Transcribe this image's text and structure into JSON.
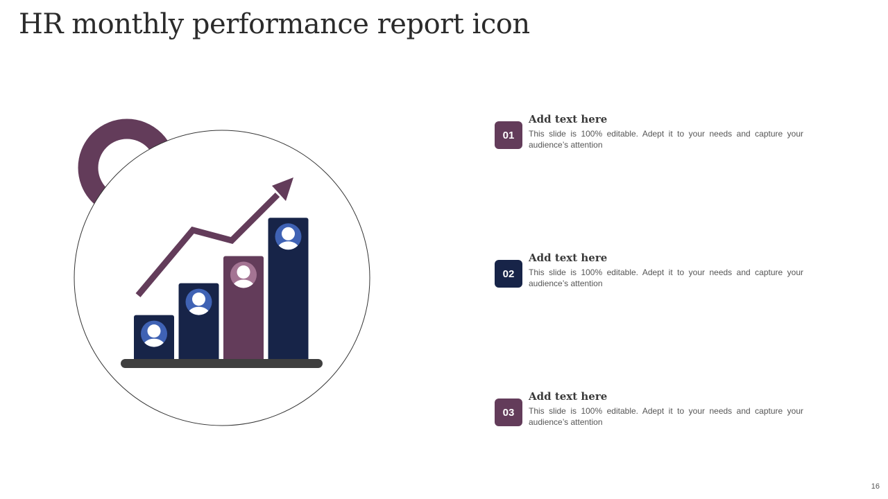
{
  "slide": {
    "title": "HR monthly performance report icon",
    "page_number": "16"
  },
  "colors": {
    "plum": "#633c5a",
    "navy": "#172448",
    "blue": "#3f62b4",
    "mauve": "#a47493",
    "dark_bar": "#3f3f3f"
  },
  "illustration": {
    "icons": [
      "ring-icon",
      "circle-frame-icon",
      "growth-arrow-icon",
      "user-icon",
      "bar-chart-icon"
    ],
    "bar_levels": [
      0.28,
      0.48,
      0.65,
      0.89
    ]
  },
  "items": [
    {
      "number": "01",
      "heading": "Add text here",
      "body": "This slide is 100% editable. Adept it to your needs and capture your audience’s attention",
      "badge_color": "#633c5a"
    },
    {
      "number": "02",
      "heading": "Add text here",
      "body": "This slide is 100% editable. Adept it to your needs and capture your audience’s attention",
      "badge_color": "#172448"
    },
    {
      "number": "03",
      "heading": "Add text here",
      "body": "This slide is 100% editable. Adept it to your needs and capture your audience’s attention",
      "badge_color": "#633c5a"
    }
  ]
}
